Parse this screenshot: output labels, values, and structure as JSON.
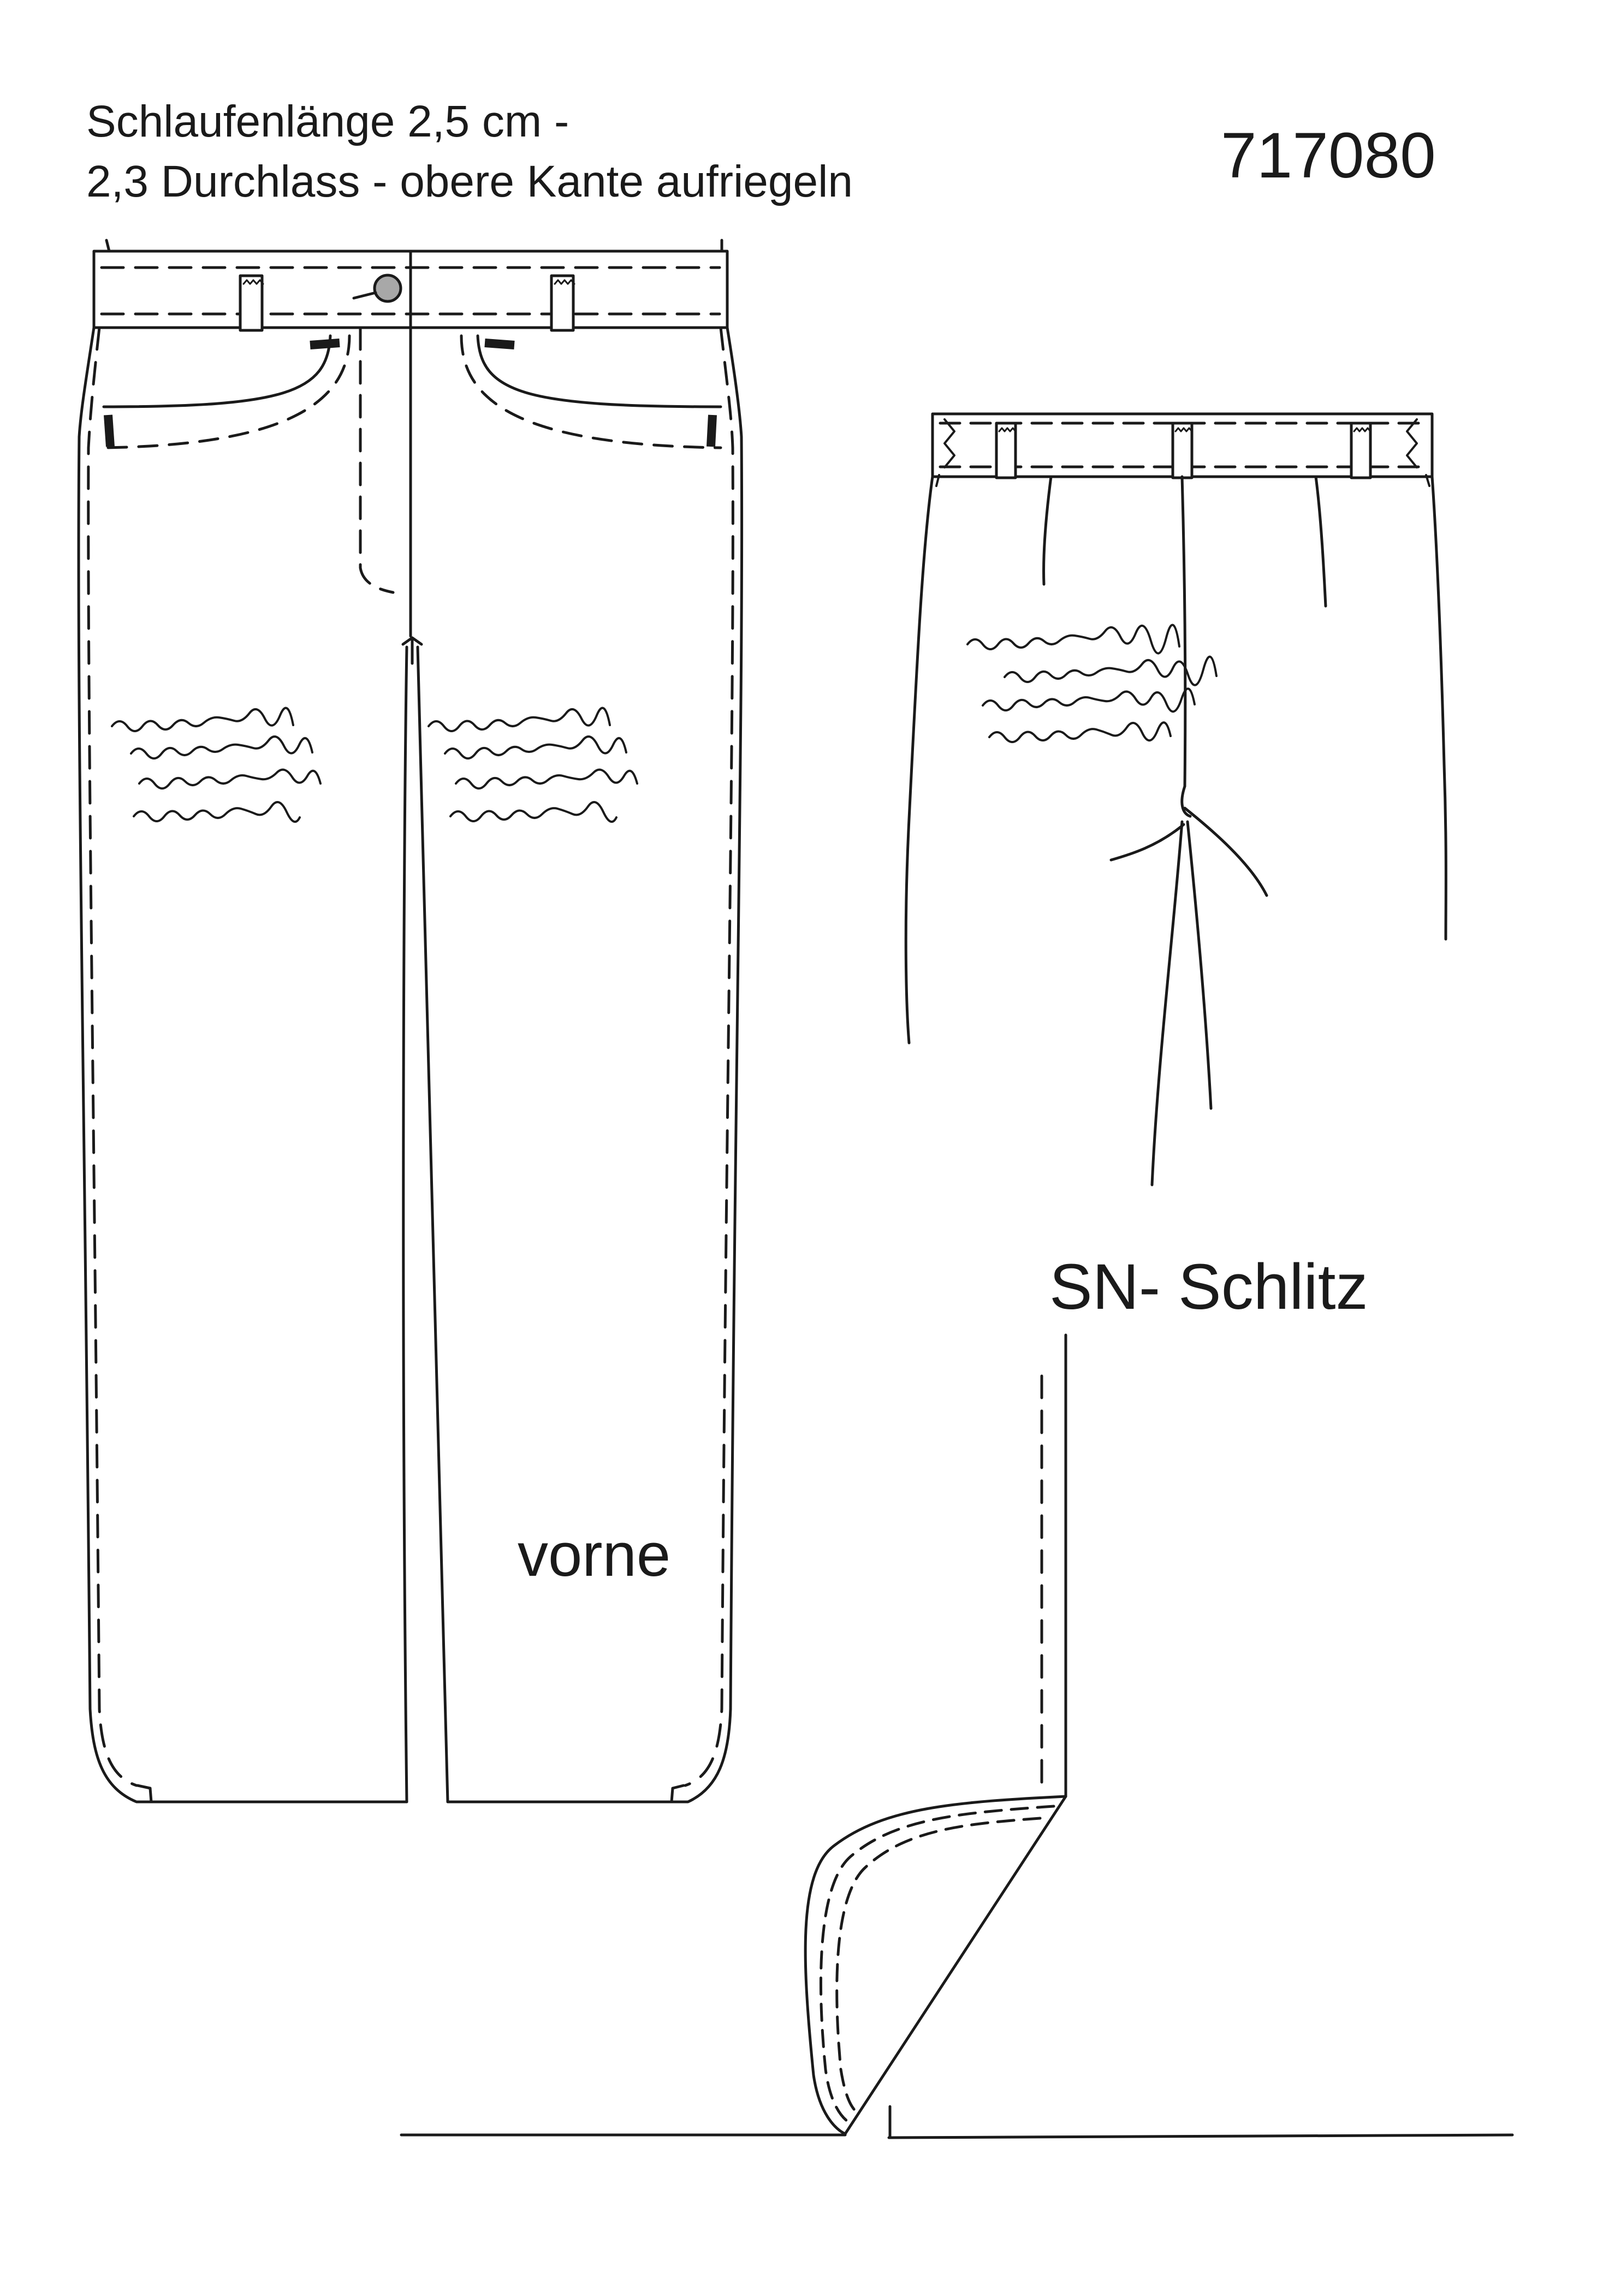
{
  "labels": {
    "note_line_1": "Schlaufenlänge 2,5 cm -",
    "note_line_2": "2,3 Durchlass - obere Kante aufriegeln",
    "article_number": "717080",
    "slit_label": "SN- Schlitz",
    "front_label": "vorne"
  },
  "colors": {
    "line": "#1a1a1a",
    "button_fill": "#a8a8a8",
    "background": "#ffffff"
  }
}
